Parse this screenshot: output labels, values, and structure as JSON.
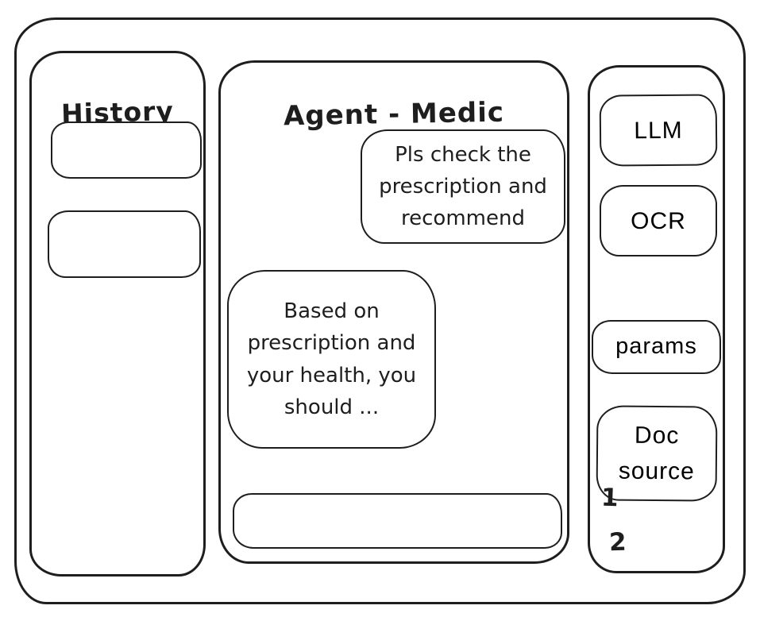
{
  "app": {
    "title": "Agent - Medic"
  },
  "history": {
    "title": "History",
    "items": [
      {
        "label": ""
      },
      {
        "label": ""
      }
    ]
  },
  "chat": {
    "title": "Agent - Medic",
    "messages": [
      {
        "role": "user",
        "text": "Pls check the prescription and recommend"
      },
      {
        "role": "agent",
        "text": "Based on prescription and your health, you should ..."
      }
    ],
    "input": {
      "value": "",
      "placeholder": ""
    }
  },
  "tools": {
    "buttons": [
      {
        "label": "LLM"
      },
      {
        "label": "OCR"
      },
      {
        "label": "params"
      },
      {
        "label": "Doc source"
      }
    ],
    "doc_source_items": [
      {
        "label": "1"
      },
      {
        "label": "2"
      }
    ]
  },
  "colors": {
    "ink": "#1e1e1e",
    "background": "#ffffff"
  }
}
